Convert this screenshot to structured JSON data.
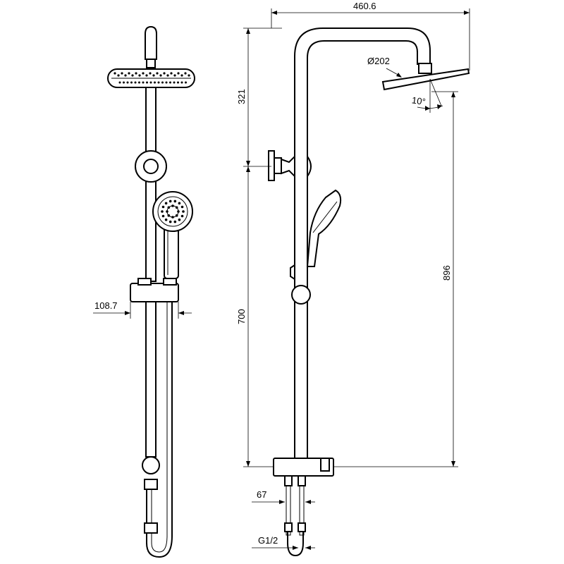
{
  "dimensions": {
    "overall_width": "460.6",
    "head_drop": "321",
    "arm_height": "896",
    "rail_height": "700",
    "head_diameter": "Ø202",
    "head_tilt": "10°",
    "holder_offset": "108.7",
    "inlet_spacing": "67",
    "inlet_thread": "G1/2"
  }
}
